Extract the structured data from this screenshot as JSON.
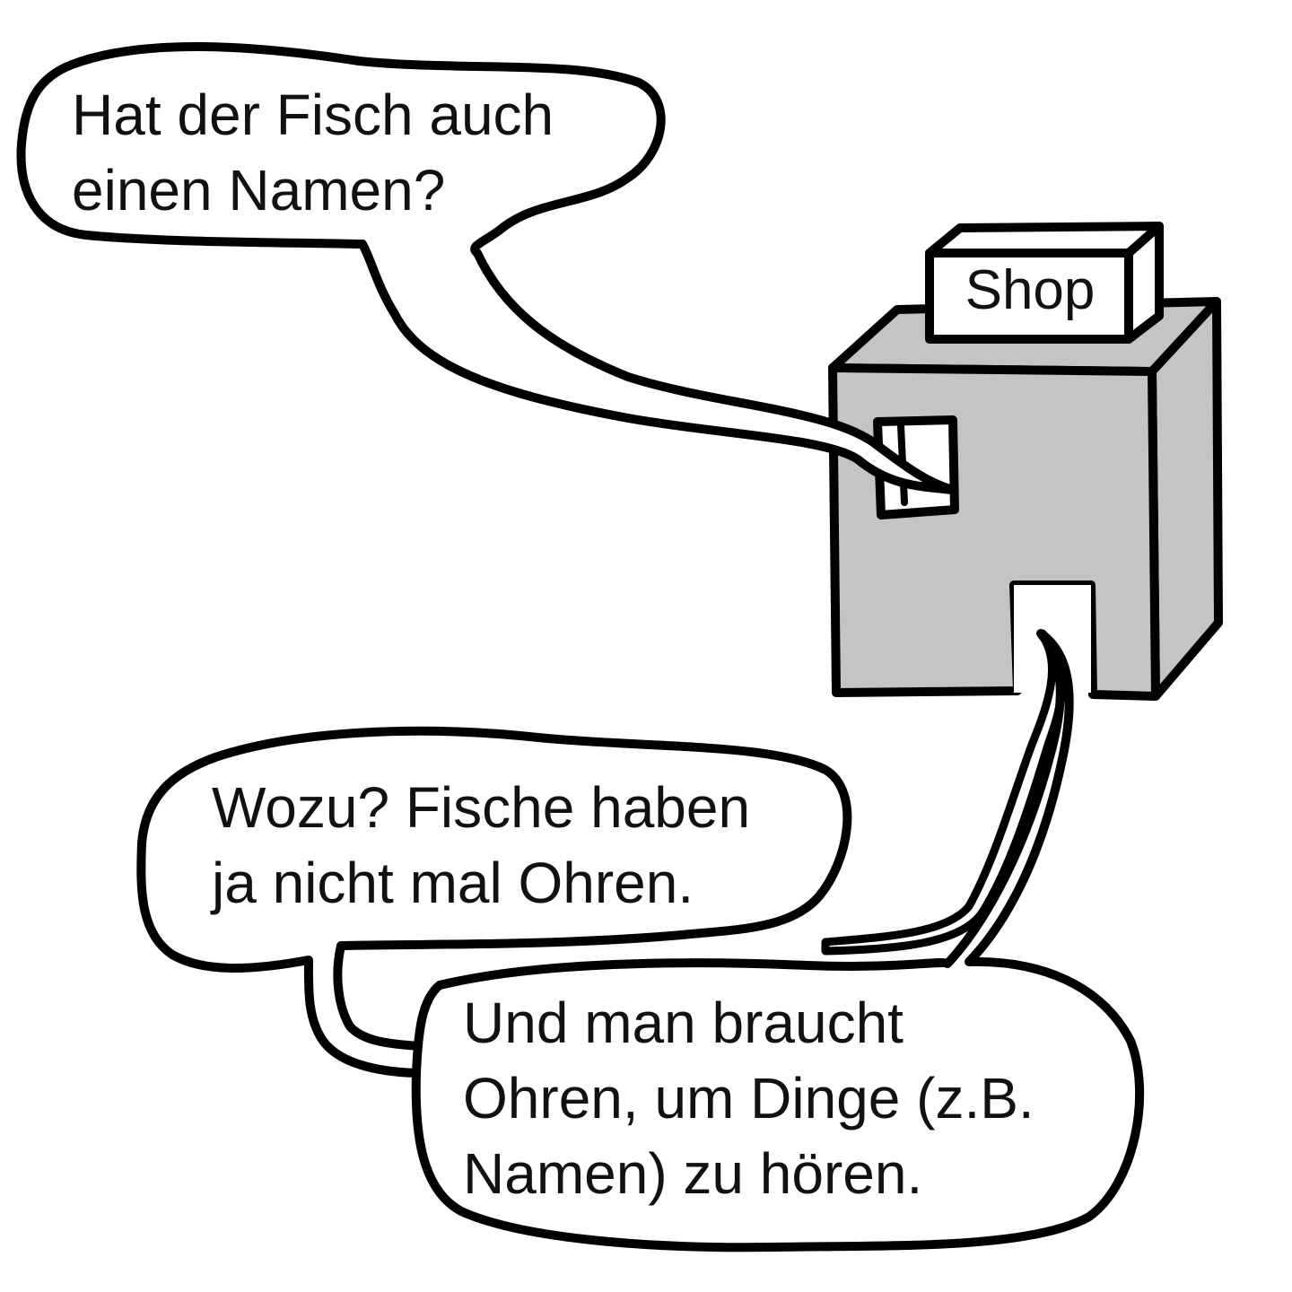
{
  "colors": {
    "background": "#ffffff",
    "outline": "#000000",
    "building": "#c4c4c4",
    "text": "#111111"
  },
  "shop": {
    "sign_label": "Shop"
  },
  "bubbles": {
    "top": {
      "line1": "Hat der Fisch auch",
      "line2": "einen Namen?"
    },
    "middle": {
      "line1": "Wozu? Fische haben",
      "line2": "ja nicht mal Ohren."
    },
    "bottom": {
      "line1": "Und man braucht",
      "line2": "Ohren, um Dinge (z.B.",
      "line3": "Namen) zu hören."
    }
  }
}
